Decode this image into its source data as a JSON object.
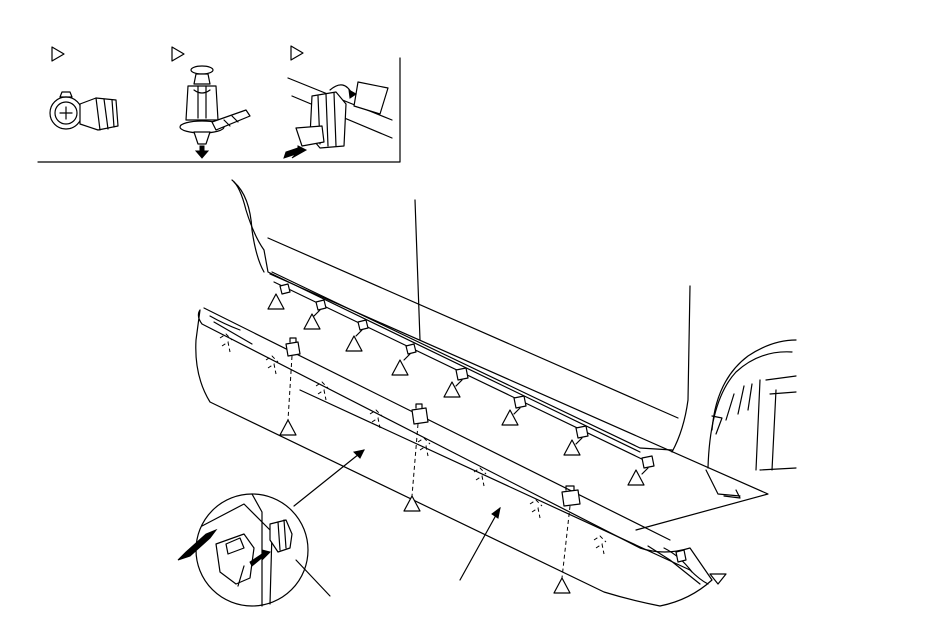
{
  "legend": {
    "items": [
      {
        "symbol": "clip-legend-symbol",
        "icon": "push-clip-icon"
      },
      {
        "symbol": "clip-legend-symbol",
        "icon": "pin-clip-icon"
      },
      {
        "symbol": "clip-legend-symbol",
        "icon": "retainer-clip-icon"
      }
    ]
  },
  "colors": {
    "line": "#000000",
    "background": "#ffffff"
  },
  "markers": {
    "body_clip_count": 8,
    "garnish_clip_count": 5
  }
}
